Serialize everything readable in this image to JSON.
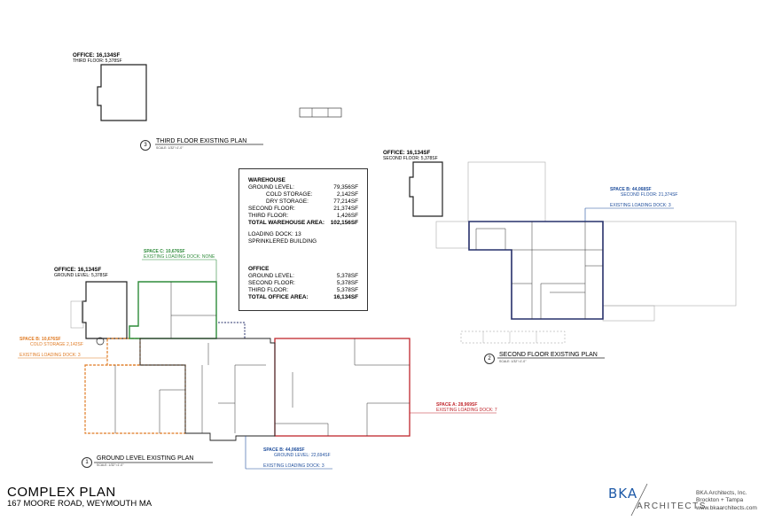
{
  "plan_labels": {
    "third_floor_office_title": "OFFICE: 16,134SF",
    "third_floor_office_sub": "THIRD FLOOR: 5,378SF",
    "second_floor_office_title": "OFFICE: 16,134SF",
    "second_floor_office_sub": "SECOND FLOOR: 5,378SF",
    "ground_office_title": "OFFICE: 16,134SF",
    "ground_office_sub": "GROUND LEVEL: 5,378SF",
    "space_c_title": "SPACE C: 10,676SF",
    "space_c_sub": "EXISTING LOADING DOCK: NONE",
    "space_b_left_title": "SPACE B: 10,676SF",
    "space_b_left_sub": "COLD STORAGE 2,142SF",
    "space_b_left_dock": "EXISTING LOADING DOCK: 3",
    "space_a_title": "SPACE A: 28,969SF",
    "space_a_sub": "EXISTING LOADING DOCK: 7",
    "space_b_bottom_title": "SPACE B: 44,068SF",
    "space_b_bottom_sub": "GROUND LEVEL: 22,694SF",
    "space_b_bottom_dock": "EXISTING LOADING DOCK: 3",
    "space_b_right_title": "SPACE B: 44,068SF",
    "space_b_right_sub": "SECOND FLOOR: 21,374SF",
    "space_b_right_dock": "EXISTING LOADING DOCK: 3"
  },
  "plan_titles": {
    "third": {
      "num": "3",
      "title": "THIRD FLOOR EXISTING PLAN",
      "scale": "SCALE: 1/32\"=1'-0\""
    },
    "second": {
      "num": "2",
      "title": "SECOND FLOOR EXISTING PLAN",
      "scale": "SCALE: 1/32\"=1'-0\""
    },
    "ground": {
      "num": "1",
      "title": "GROUND LEVEL EXISTING PLAN",
      "scale": "SCALE: 1/32\"=1'-0\""
    }
  },
  "summary": {
    "warehouse_header": "WAREHOUSE",
    "warehouse_rows": [
      {
        "label": "GROUND LEVEL:",
        "value": "79,356SF",
        "indent": false,
        "bold": false
      },
      {
        "label": "COLD STORAGE:",
        "value": "2,142SF",
        "indent": true,
        "bold": false
      },
      {
        "label": "DRY STORAGE:",
        "value": "77,214SF",
        "indent": true,
        "bold": false
      },
      {
        "label": "SECOND FLOOR:",
        "value": "21,374SF",
        "indent": false,
        "bold": false
      },
      {
        "label": "THIRD FLOOR:",
        "value": "1,426SF",
        "indent": false,
        "bold": false
      },
      {
        "label": "TOTAL WAREHOUSE AREA:",
        "value": "102,156SF",
        "indent": false,
        "bold": true
      }
    ],
    "loading_dock": "LOADING DOCK: 13",
    "sprinklered": "SPRINKLERED BUILDING",
    "office_header": "OFFICE",
    "office_rows": [
      {
        "label": "GROUND LEVEL:",
        "value": "5,378SF",
        "bold": false
      },
      {
        "label": "SECOND FLOOR:",
        "value": "5,378SF",
        "bold": false
      },
      {
        "label": "THIRD FLOOR:",
        "value": "5,378SF",
        "bold": false
      },
      {
        "label": "TOTAL OFFICE AREA:",
        "value": "16,134SF",
        "bold": true
      }
    ]
  },
  "footer": {
    "title": "COMPLEX PLAN",
    "address": "167 MOORE ROAD, WEYMOUTH MA",
    "logo_mark": "BKA",
    "logo_word": "ARCHITECTS",
    "firm_name": "BKA Architects, Inc.",
    "firm_locations": "Brockton + Tampa",
    "firm_web": "www.bkaarchitects.com"
  },
  "colors": {
    "space_a": "#c0272d",
    "space_b": "#1f4e9c",
    "space_b_left": "#e07b24",
    "space_c": "#2e8b3a",
    "space_b_upper": "#27306b",
    "logo": "#1e5aa8"
  }
}
